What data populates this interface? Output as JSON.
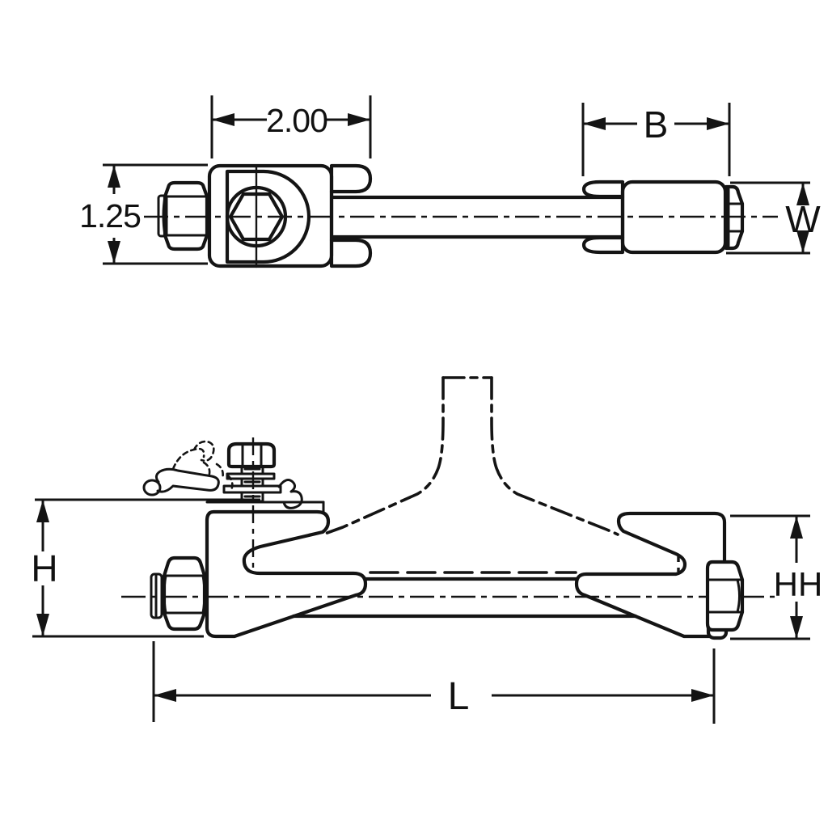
{
  "drawing": {
    "type": "technical-dimension-drawing",
    "background_color": "#ffffff",
    "line_color": "#141414",
    "views": {
      "top_view": {
        "description": "plan view of clamp, stud and keeper body",
        "dimensions": {
          "clamp_length": "2.00",
          "clamp_width": "1.25",
          "keeper_length": "B",
          "keeper_width": "W"
        }
      },
      "side_view": {
        "description": "side elevation clamped on rail flange (phantom outline)",
        "dimensions": {
          "clamp_height": "H",
          "keeper_height": "HH",
          "overall_length": "L"
        }
      }
    }
  },
  "labels": {
    "dim_200": "2.00",
    "dim_125": "1.25",
    "dim_b": "B",
    "dim_w": "W",
    "dim_h": "H",
    "dim_hh": "HH",
    "dim_l": "L"
  }
}
